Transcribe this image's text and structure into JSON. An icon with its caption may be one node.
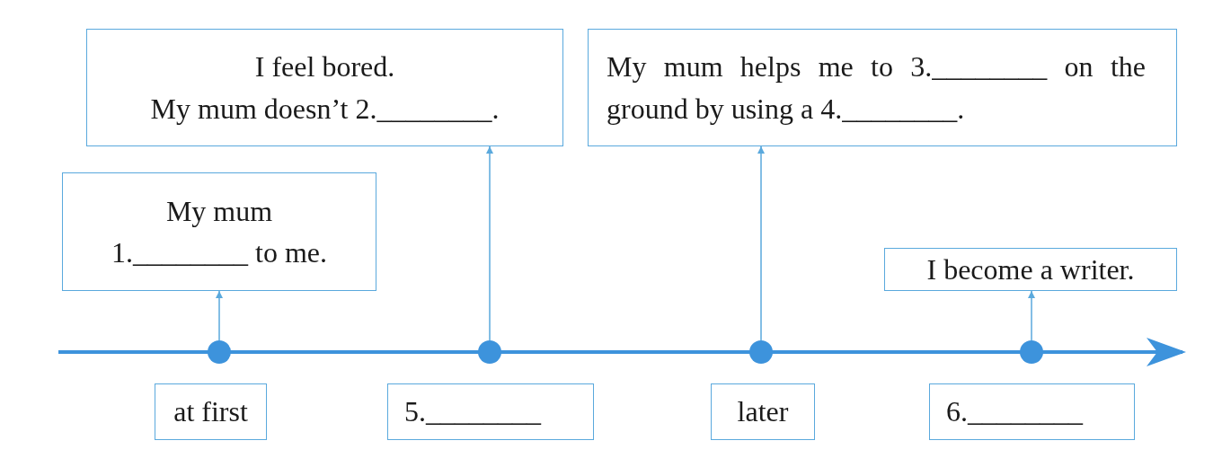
{
  "diagram": {
    "nodes": [
      {
        "text": [
          "I feel bored.",
          "My mum doesn’t 2.________."
        ]
      },
      {
        "text": [
          "My mum helps me to 3.________ on the ground by using a 4.________."
        ]
      },
      {
        "text": [
          "My mum",
          "1.________ to me."
        ]
      },
      {
        "text": [
          "I become a writer."
        ]
      },
      {
        "text": [],
        "shape": "circle"
      },
      {
        "text": [],
        "shape": "circle"
      },
      {
        "text": [],
        "shape": "circle"
      },
      {
        "text": [],
        "shape": "circle"
      },
      {
        "text": [
          "at first"
        ]
      },
      {
        "text": [
          "5.________"
        ]
      },
      {
        "text": [
          "later"
        ]
      },
      {
        "text": [
          "6.________"
        ]
      }
    ],
    "edges": [
      {
        "from": 4,
        "to": 2,
        "arrow": "to"
      },
      {
        "from": 5,
        "to": 0,
        "arrow": "to"
      },
      {
        "from": 6,
        "to": 1,
        "arrow": "to"
      },
      {
        "from": 7,
        "to": 3,
        "arrow": "to"
      }
    ]
  }
}
